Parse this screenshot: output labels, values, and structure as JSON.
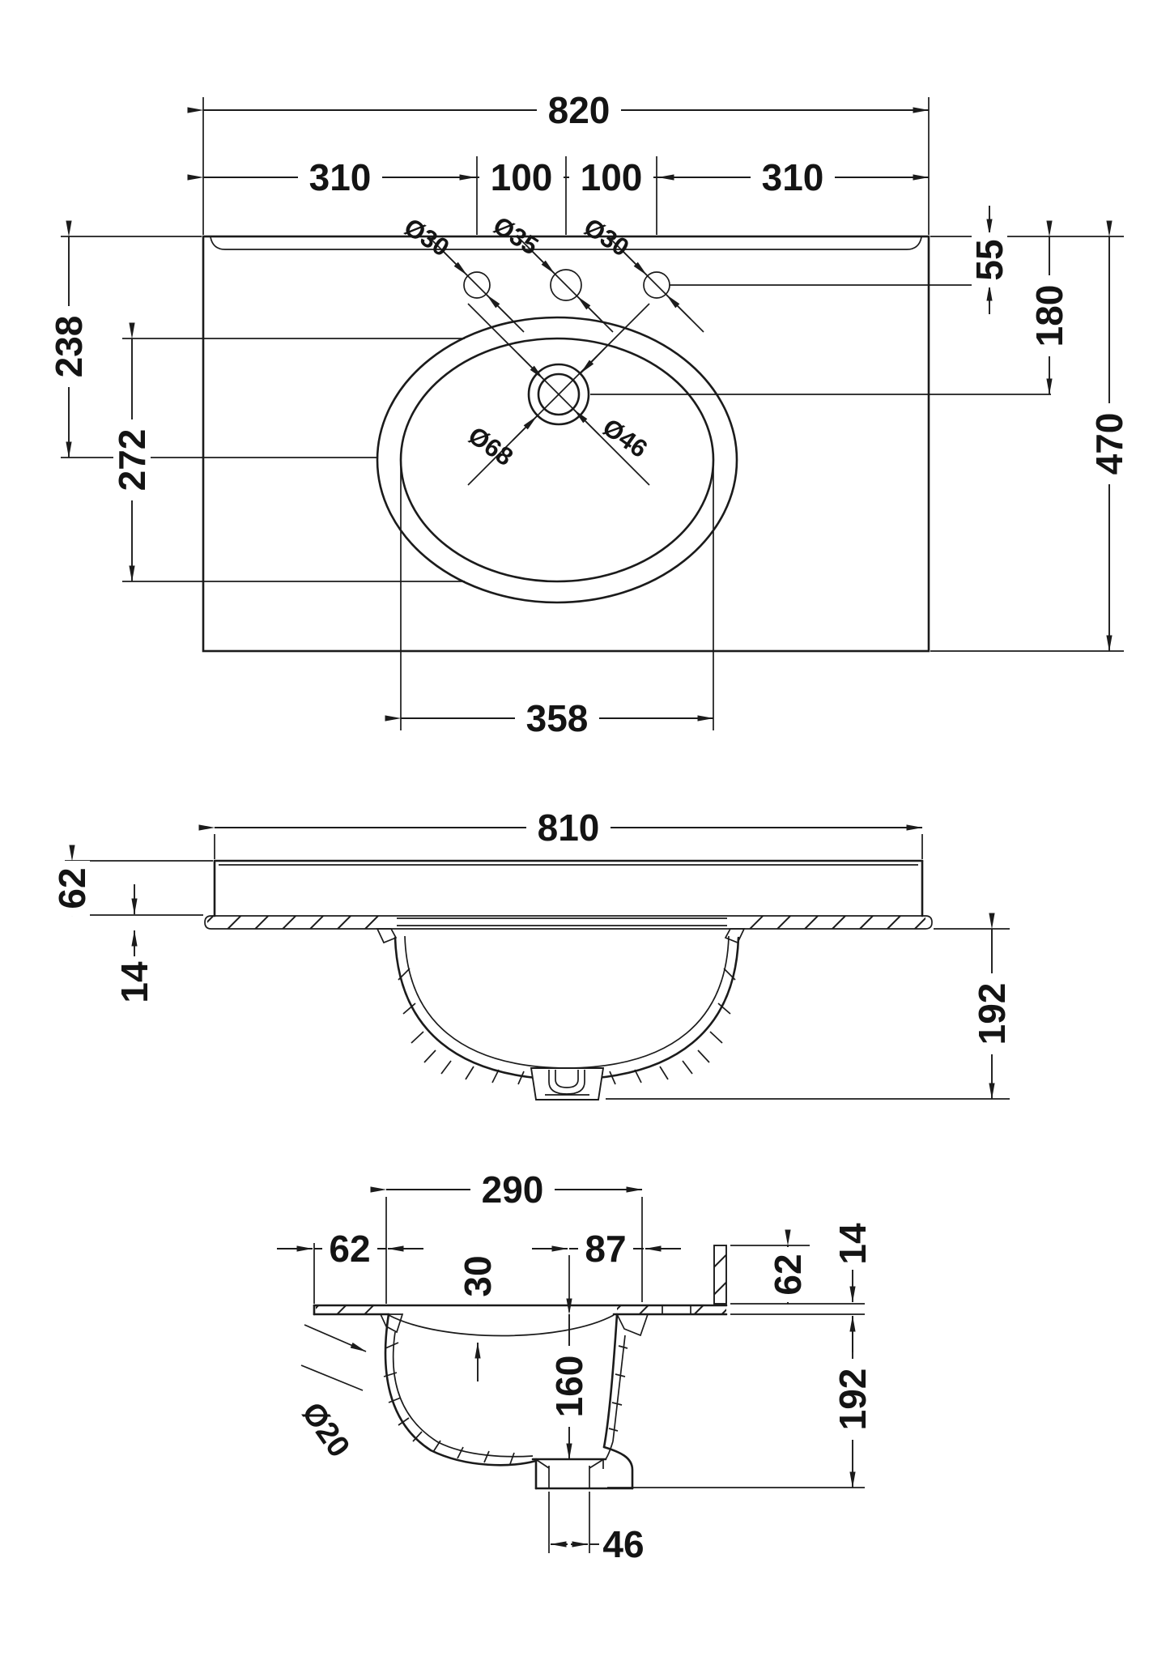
{
  "colors": {
    "background": "#ffffff",
    "line": "#1b1b1b"
  },
  "top": {
    "overall_width": "820",
    "segments": [
      "310",
      "100",
      "100",
      "310"
    ],
    "hole_labels": [
      "Ø30",
      "Ø35",
      "Ø30"
    ],
    "edge_to_holes": "55",
    "edge_to_drain": "180",
    "overall_depth": "470",
    "edge_to_bowl": "238",
    "bowl_length": "272",
    "bowl_width": "358",
    "drain_outer": "Ø68",
    "drain_inner": "Ø46"
  },
  "front": {
    "body_width": "810",
    "upstand_height": "62",
    "slab_thickness": "14",
    "bowl_depth": "192"
  },
  "side": {
    "bowl_inner_length": "290",
    "front_overhang": "62",
    "rim_drop": "30",
    "drain_to_back": "87",
    "upstand_height": "62",
    "slab_thickness": "14",
    "bowl_inner_depth": "160",
    "bowl_depth": "192",
    "overflow_hole": "Ø20",
    "waste_width": "46"
  }
}
